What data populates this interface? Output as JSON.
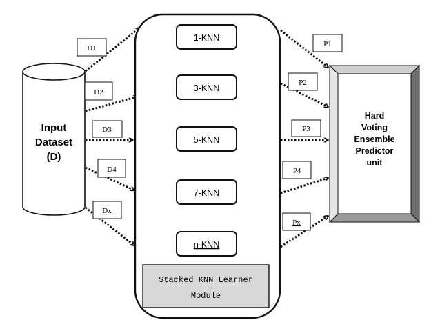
{
  "input": {
    "line1": "Input",
    "line2": "Dataset",
    "line3": "(D)"
  },
  "subsets": [
    "D1",
    "D2",
    "D3",
    "D4",
    "Dx"
  ],
  "learners": [
    "1-KNN",
    "3-KNN",
    "5-KNN",
    "7-KNN",
    "n-KNN"
  ],
  "predictions": [
    "P1",
    "P2",
    "P3",
    "P4",
    "Px"
  ],
  "module": {
    "line1": "Stacked KNN Learner",
    "line2": "Module"
  },
  "predictor": {
    "line1": "Hard",
    "line2": "Voting",
    "line3": "Ensemble",
    "line4": "Predictor",
    "line5": "unit"
  },
  "colors": {
    "stroke": "#111111",
    "module_fill": "#d8d8d8",
    "bevel_light": "#e6e6e6",
    "bevel_top": "#cfcfcf",
    "bevel_dark": "#6e6e6e",
    "bevel_mid": "#9a9a9a"
  }
}
